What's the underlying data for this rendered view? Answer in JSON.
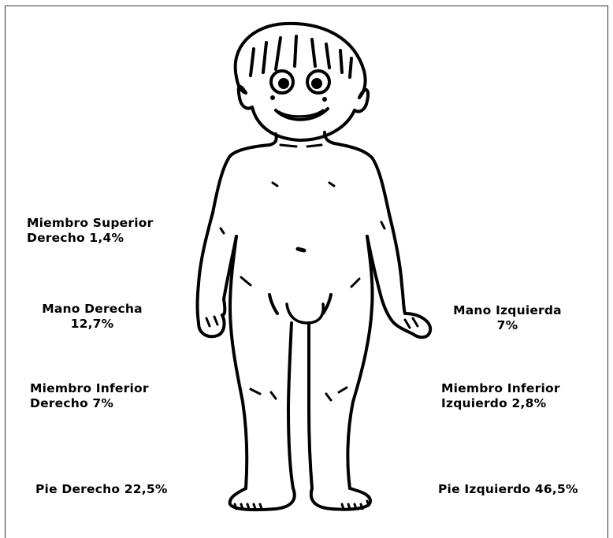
{
  "labels": {
    "right_upper_limb": {
      "line1": "Miembro Superior",
      "line2": "Derecho 1,4%"
    },
    "right_hand": {
      "line1": "Mano Derecha",
      "line2": "12,7%"
    },
    "right_lower_limb": {
      "line1": "Miembro Inferior",
      "line2": "Derecho 7%"
    },
    "right_foot": {
      "line1": "Pie Derecho 22,5%"
    },
    "left_hand": {
      "line1": "Mano Izquierda",
      "line2": "7%"
    },
    "left_lower_limb": {
      "line1": "Miembro Inferior",
      "line2": "Izquierdo 2,8%"
    },
    "left_foot": {
      "line1": "Pie Izquierdo 46,5%"
    }
  }
}
